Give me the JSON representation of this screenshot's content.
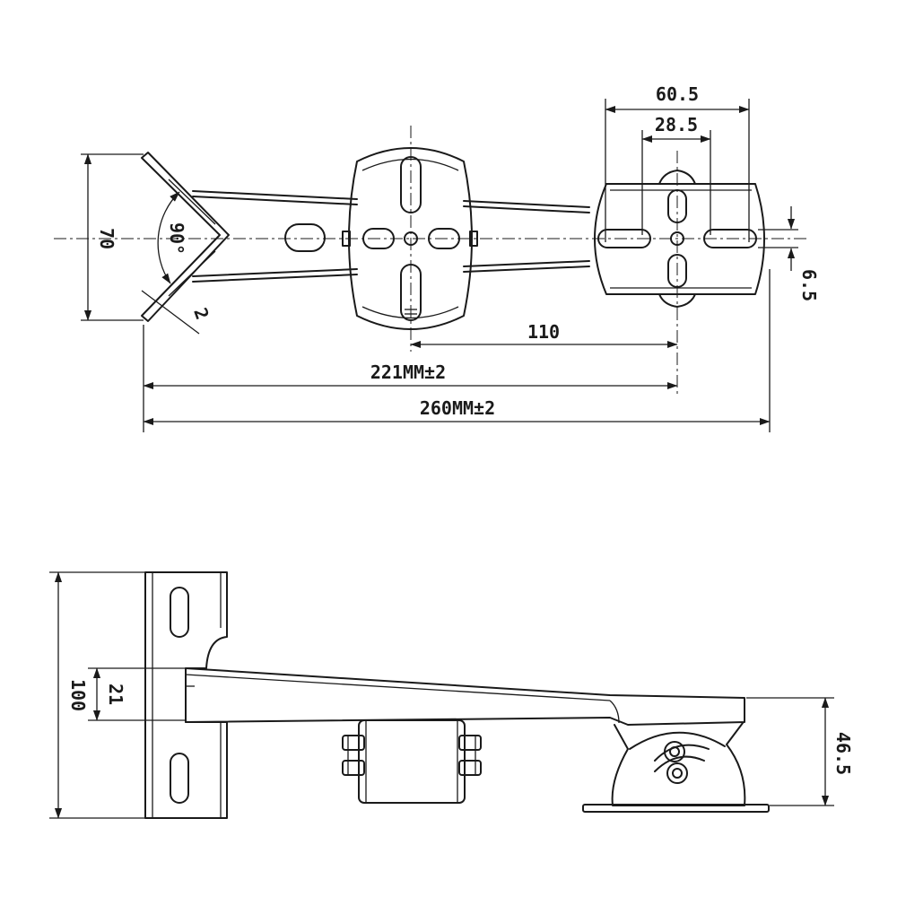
{
  "top_view": {
    "dim_width_outer": "60.5",
    "dim_width_inner": "28.5",
    "dim_height": "70",
    "dim_angle": "90°",
    "dim_thickness": "2",
    "dim_slot": "6.5",
    "dim_center_offset": "110",
    "dim_arm_length": "221MM±2",
    "dim_total_length": "260MM±2"
  },
  "side_view": {
    "dim_plate_height": "100",
    "dim_arm_thickness": "21",
    "dim_mount_height": "46.5"
  },
  "colors": {
    "line": "#1a1a1a",
    "background": "#ffffff"
  }
}
